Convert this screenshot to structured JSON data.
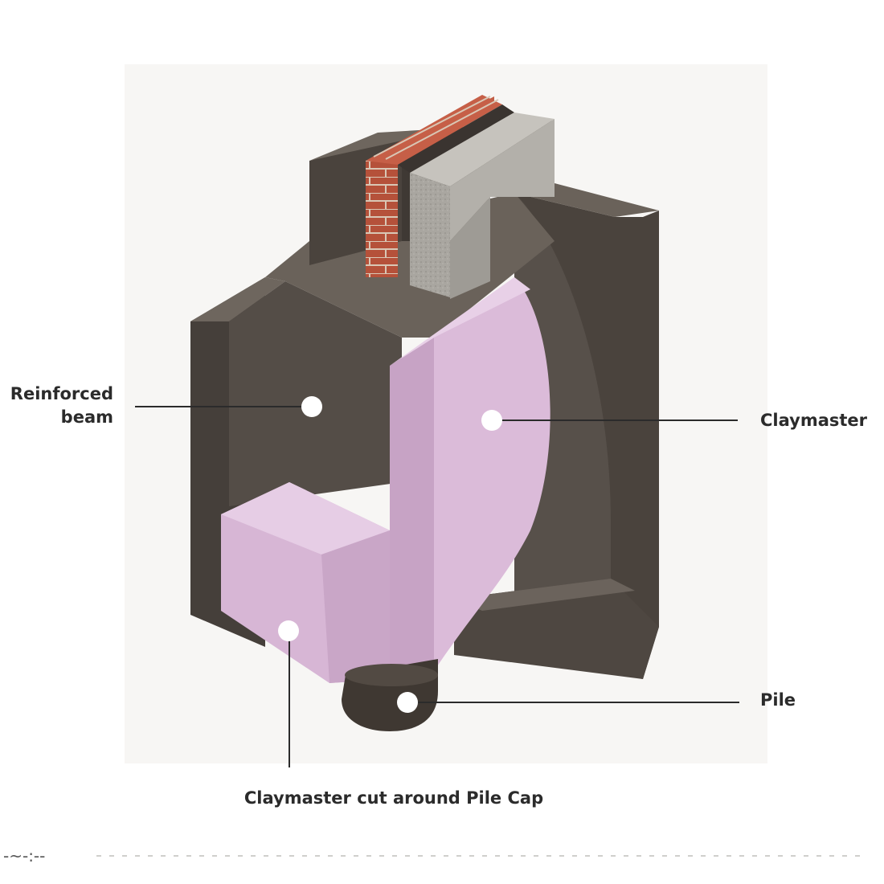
{
  "diagram": {
    "callouts": [
      {
        "id": "reinforced-beam",
        "lines": [
          "Reinforced",
          "beam"
        ]
      },
      {
        "id": "claymaster",
        "lines": [
          "Claymaster"
        ]
      },
      {
        "id": "pile",
        "lines": [
          "Pile"
        ]
      },
      {
        "id": "claymaster-cut",
        "lines": [
          "Claymaster cut around Pile Cap"
        ]
      }
    ],
    "colors": {
      "concrete_front": "#4d4640",
      "concrete_side": "#5a524b",
      "concrete_top": "#6e665e",
      "concrete_dark": "#3a3430",
      "claymaster_front": "#dbbbd9",
      "claymaster_side": "#c59fc3",
      "claymaster_top": "#e6cde5",
      "brick": "#b5513a",
      "mortar": "#d9c7b5",
      "block": "#a9a6a0",
      "leader_line": "#2b2b2b",
      "marker_fill": "#ffffff"
    }
  },
  "footer": {
    "partial_text": "-~-:--"
  }
}
